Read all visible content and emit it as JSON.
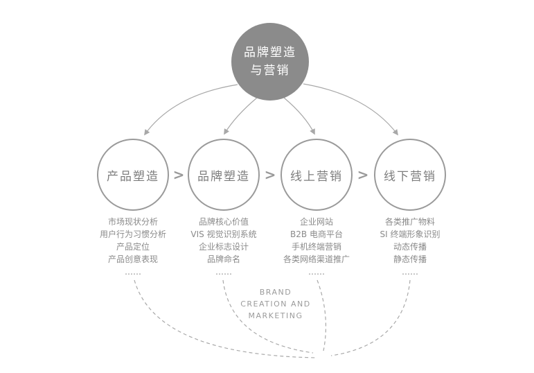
{
  "top_node": {
    "line1": "品牌塑造",
    "line2": "与营销"
  },
  "stages": [
    {
      "title": "产品塑造",
      "items": [
        "市场现状分析",
        "用户行为习惯分析",
        "产品定位",
        "产品创意表现",
        "……"
      ]
    },
    {
      "title": "品牌塑造",
      "items": [
        "品牌核心价值",
        "VIS 视觉识别系统",
        "企业标志设计",
        "品牌命名",
        "……"
      ]
    },
    {
      "title": "线上营销",
      "items": [
        "企业网站",
        "B2B 电商平台",
        "手机终端营销",
        "各类网络渠道推广",
        "……"
      ]
    },
    {
      "title": "线下营销",
      "items": [
        "各类推广物料",
        "SI 终端形象识别",
        "动态传播",
        "静态传播",
        "……"
      ]
    }
  ],
  "separator": {
    "char": ">"
  },
  "caption": {
    "line1": "BRAND",
    "line2": "CREATION AND",
    "line3": "MARKETING"
  },
  "colors": {
    "root_fill": "#8b8b8b",
    "root_text": "#ffffff",
    "circle_border": "#9a9a9a",
    "circle_text": "#7d7d7d",
    "item_text": "#8a8a8a",
    "line": "#a8a8a8",
    "background": "#ffffff"
  }
}
